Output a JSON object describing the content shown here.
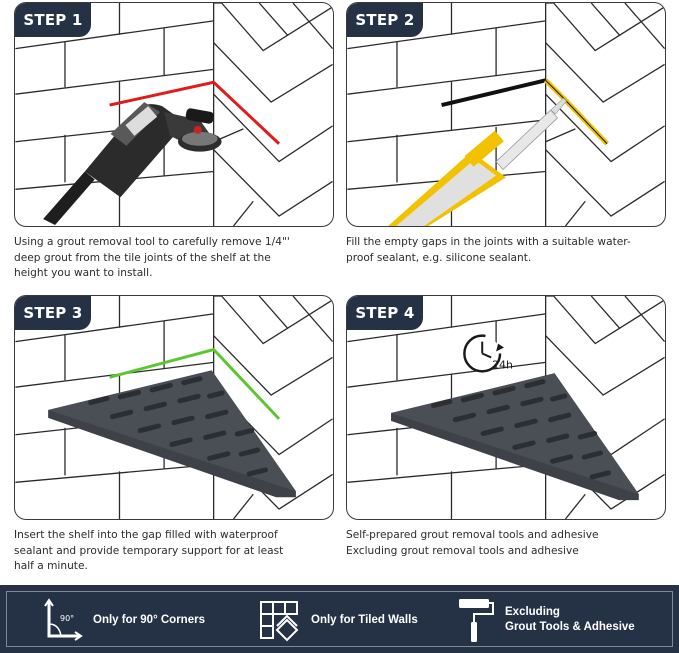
{
  "steps": [
    {
      "badge": "STEP 1",
      "caption_lines": [
        "Using a grout removal tool to carefully remove 1/4\"'",
        "deep grout from the tile joints of the shelf at the",
        "height you want to install."
      ]
    },
    {
      "badge": "STEP 2",
      "caption_lines": [
        "Fill the empty gaps in the joints with a suitable water-",
        "proof sealant, e.g. silicone sealant."
      ]
    },
    {
      "badge": "STEP 3",
      "caption_lines": [
        "Insert the shelf into the gap filled with waterproof",
        "sealant and provide temporary support for at least",
        "half a minute."
      ]
    },
    {
      "badge": "STEP 4",
      "timer_label": "24h",
      "caption_lines": [
        "Self-prepared grout removal tools and adhesive",
        "Excluding grout removal tools and adhesive"
      ]
    }
  ],
  "footer": {
    "corner_angle": "90°",
    "features": [
      {
        "icon": "right-angle-icon",
        "lines": [
          "Only for 90° Corners"
        ]
      },
      {
        "icon": "tiles-icon",
        "lines": [
          "Only for Tiled Walls"
        ]
      },
      {
        "icon": "paint-roller-icon",
        "lines": [
          "Excluding",
          "Grout Tools & Adhesive"
        ]
      }
    ]
  },
  "colors": {
    "navy": "#253246",
    "grout_red": "#e01b1b",
    "sealant_yellow": "#f2c200",
    "sealant_black": "#111111",
    "fit_green": "#5cc630",
    "shelf": "#3e4248"
  }
}
